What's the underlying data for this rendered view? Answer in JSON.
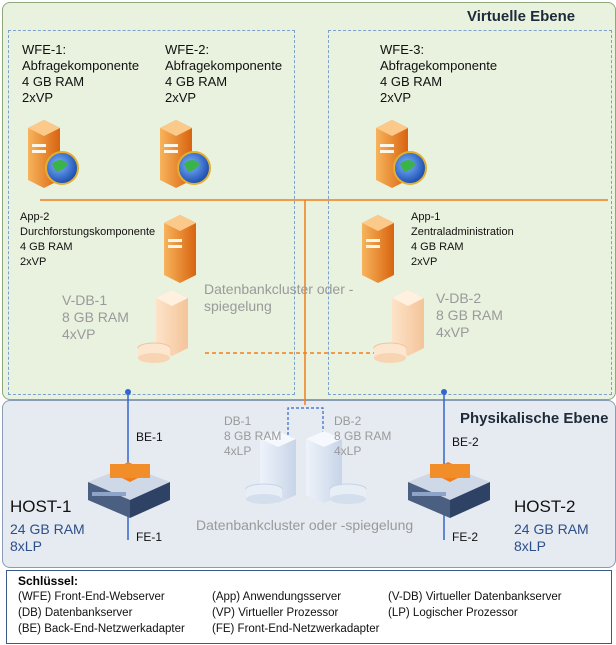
{
  "virtual_layer": {
    "title": "Virtuelle Ebene",
    "wfe1": {
      "name": "WFE-1:",
      "role": "Abfragekomponente",
      "ram": "4 GB RAM",
      "vp": "2xVP"
    },
    "wfe2": {
      "name": "WFE-2:",
      "role": "Abfragekomponente",
      "ram": "4 GB RAM",
      "vp": "2xVP"
    },
    "wfe3": {
      "name": "WFE-3:",
      "role": "Abfragekomponente",
      "ram": "4 GB RAM",
      "vp": "2xVP"
    },
    "app2": {
      "name": "App-2",
      "role": "Durchforstungskomponente",
      "ram": "4 GB RAM",
      "vp": "2xVP"
    },
    "app1": {
      "name": "App-1",
      "role": "Zentraladministration",
      "ram": "4 GB RAM",
      "vp": "2xVP"
    },
    "vdb1": {
      "name": "V-DB-1",
      "ram": "8 GB RAM",
      "vp": "4xVP"
    },
    "vdb2": {
      "name": "V-DB-2",
      "ram": "8 GB RAM",
      "vp": "4xVP"
    },
    "cluster_label_line1": "Datenbankcluster oder -",
    "cluster_label_line2": "spiegelung"
  },
  "physical_layer": {
    "title": "Physikalische Ebene",
    "db1": {
      "name": "DB-1",
      "ram": "8 GB RAM",
      "lp": "4xLP"
    },
    "db2": {
      "name": "DB-2",
      "ram": "8 GB RAM",
      "lp": "4xLP"
    },
    "cluster_label": "Datenbankcluster oder -spiegelung",
    "host1": {
      "name": "HOST-1",
      "ram": "24 GB RAM",
      "lp": "8xLP",
      "be": "BE-1",
      "fe": "FE-1"
    },
    "host2": {
      "name": "HOST-2",
      "ram": "24 GB RAM",
      "lp": "8xLP",
      "be": "BE-2",
      "fe": "FE-2"
    }
  },
  "key": {
    "title": "Schlüssel:",
    "items": [
      "(WFE)  Front-End-Webserver",
      "(App) Anwendungsserver",
      "(V-DB) Virtueller Datenbankserver",
      "(DB) Datenbankserver",
      "(VP) Virtueller Prozessor",
      "(LP) Logischer Prozessor",
      "(BE) Back-End-Netzwerkadapter",
      "(FE) Front-End-Netzwerkadapter"
    ]
  },
  "colors": {
    "server_orange": "#f08a24",
    "globe_blue": "#2f6fd0",
    "line_orange": "#f07f1b"
  }
}
